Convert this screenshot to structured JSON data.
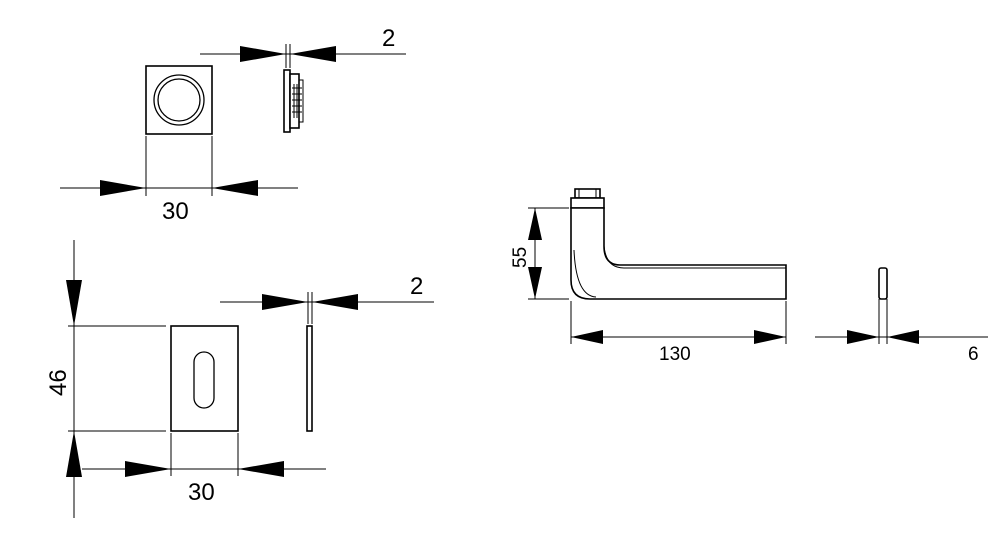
{
  "dimensions": {
    "rosette_thickness": "2",
    "rosette_width": "30",
    "escutcheon_thickness": "2",
    "escutcheon_height": "46",
    "escutcheon_width": "30",
    "lever_height": "55",
    "lever_length": "130",
    "lever_thickness": "6"
  },
  "colors": {
    "line": "#000000",
    "background": "#ffffff"
  }
}
